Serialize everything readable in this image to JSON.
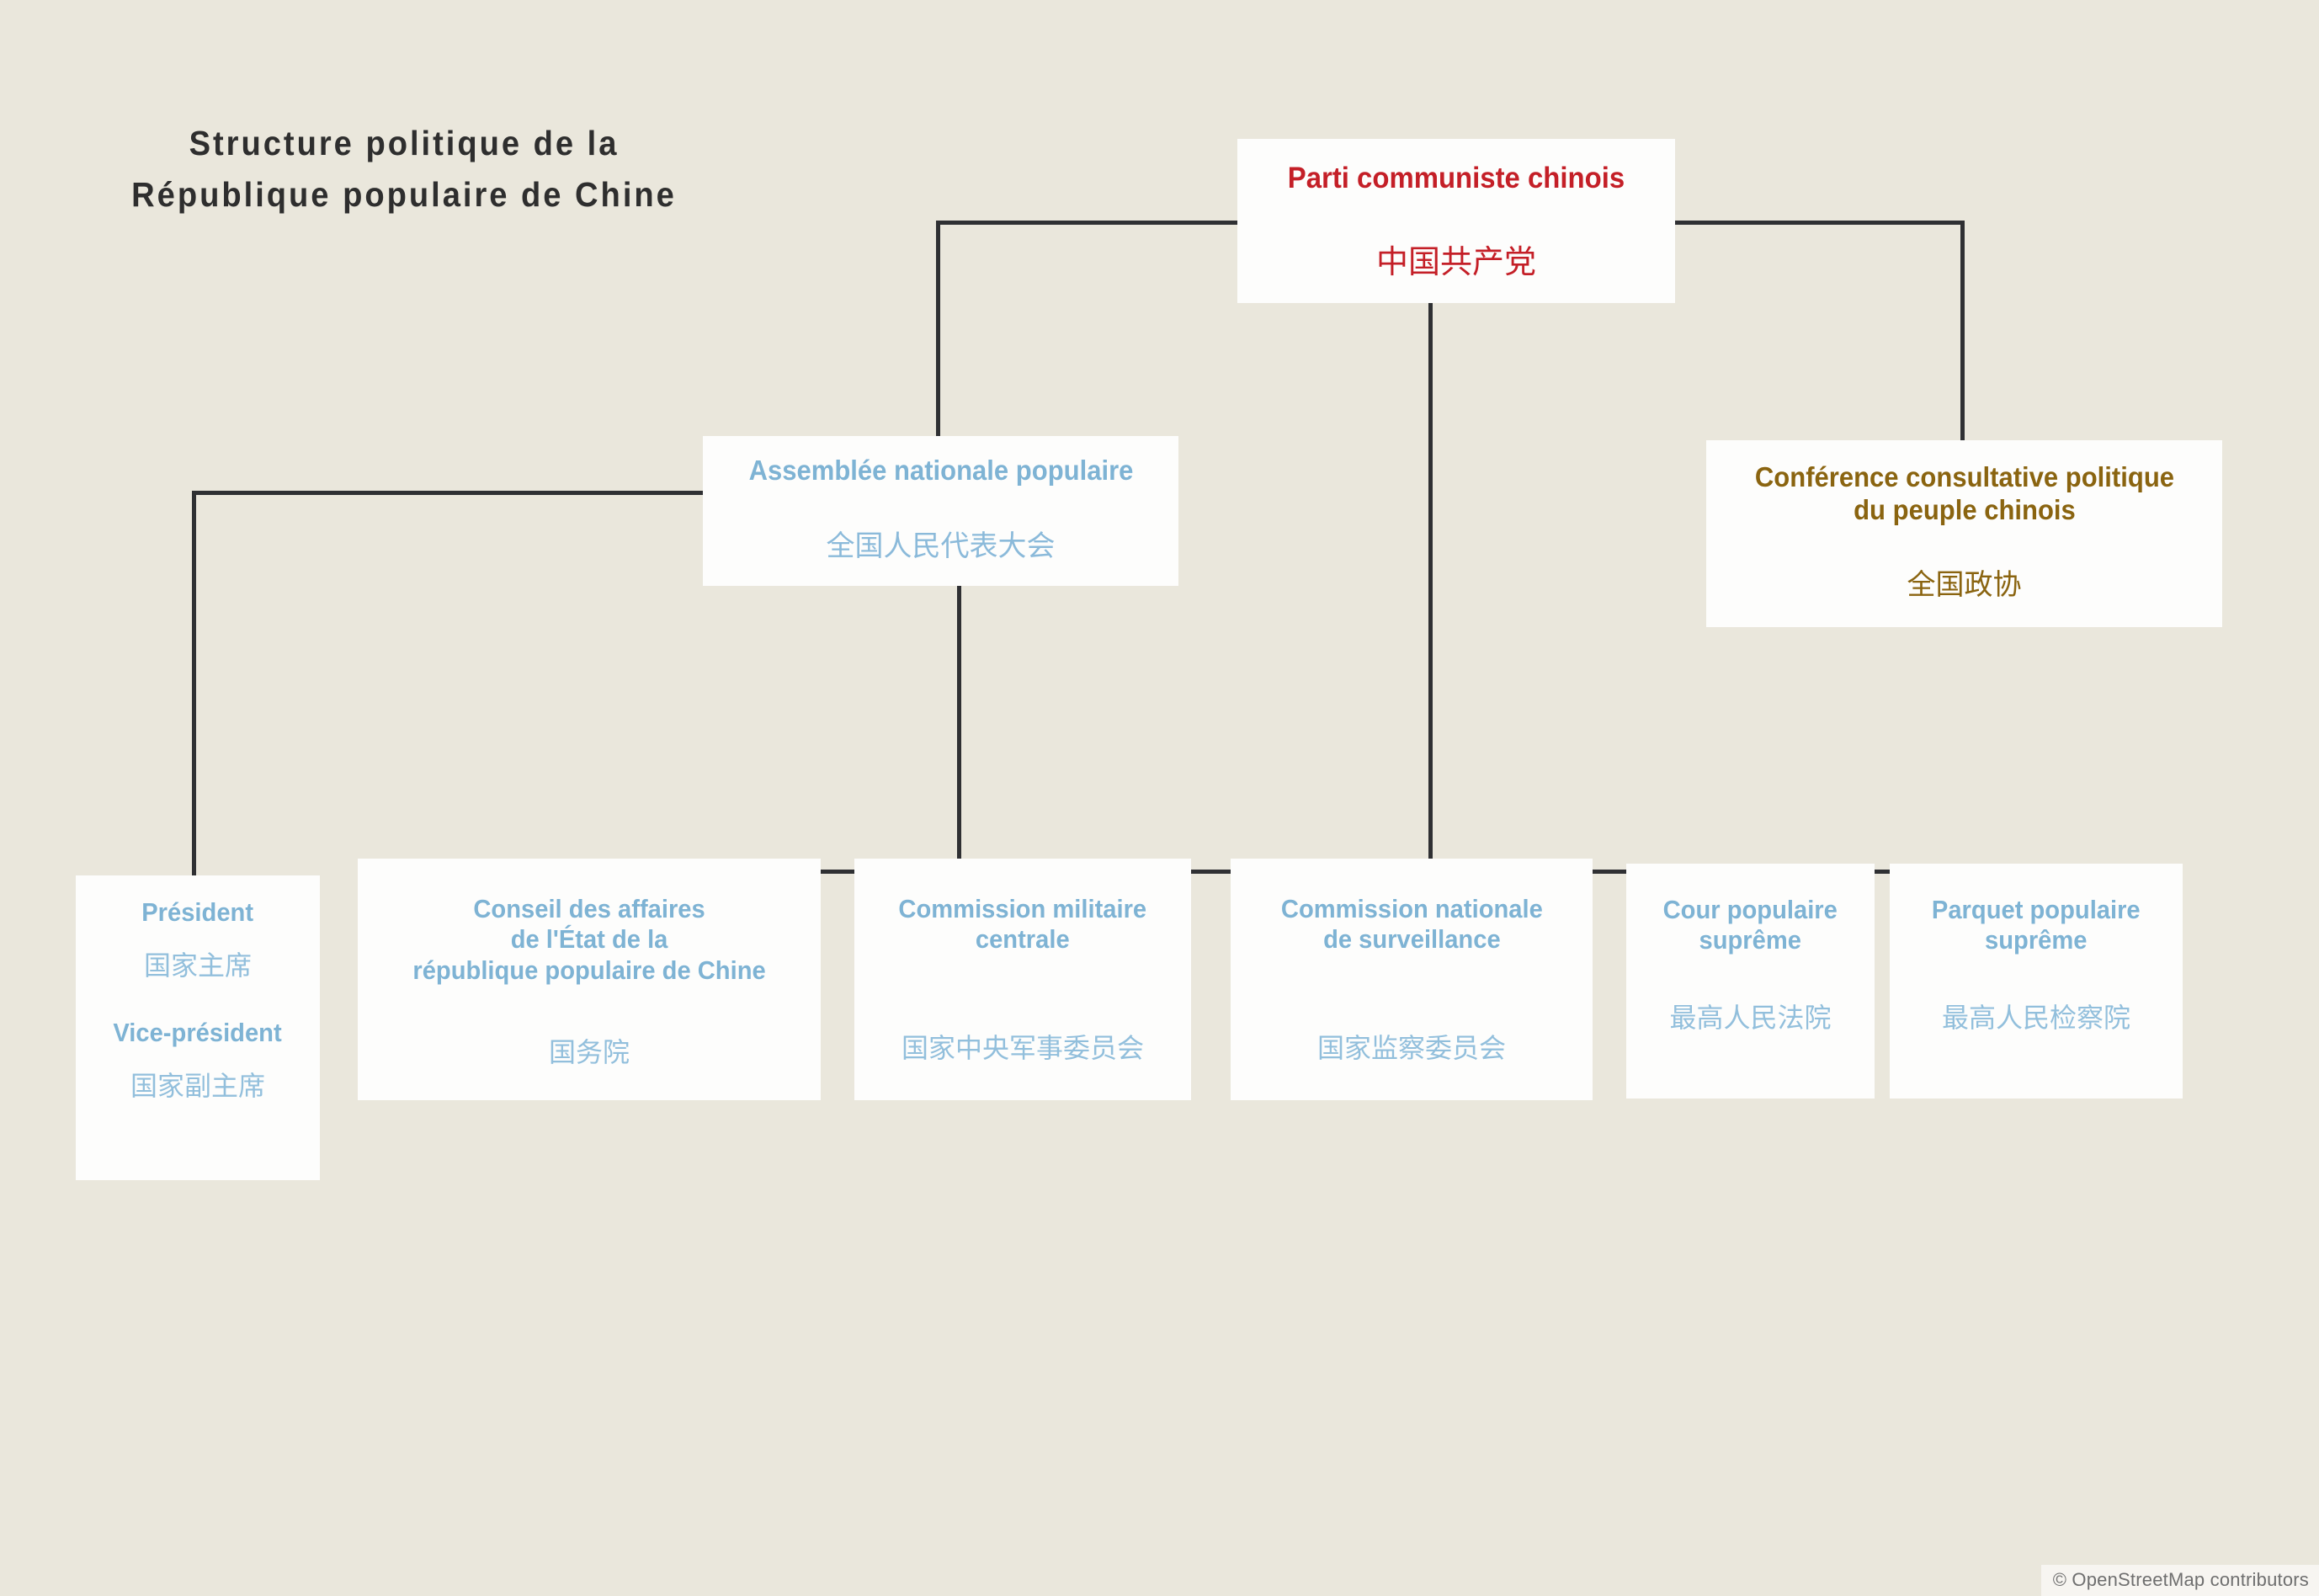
{
  "title": {
    "text": "Structure politique de la\nRépublique populaire de Chine"
  },
  "colors": {
    "background": "#eae7dc",
    "box": "#fdfdfc",
    "line": "#2f3033",
    "title_text": "#2e2e2e",
    "party_red": "#c41f27",
    "state_blue": "#7eb3d4",
    "cppcc_brown": "#8a6410",
    "attribution_text": "#6f6f6f"
  },
  "nodes": {
    "party": {
      "fr": "Parti communiste chinois",
      "zh": "中国共产党"
    },
    "npc": {
      "fr": "Assemblée nationale populaire",
      "zh": "全国人民代表大会"
    },
    "cppcc": {
      "fr": "Conférence consultative politique\ndu peuple chinois",
      "zh": "全国政协"
    },
    "president": {
      "fr": "Président",
      "zh": "国家主席",
      "fr2": "Vice-président",
      "zh2": "国家副主席"
    },
    "council": {
      "fr": "Conseil des affaires\nde l'État de la\nrépublique populaire de Chine",
      "zh": "国务院"
    },
    "cmc": {
      "fr": "Commission militaire\ncentrale",
      "zh": "国家中央军事委员会"
    },
    "supervision": {
      "fr": "Commission nationale\nde surveillance",
      "zh": "国家监察委员会"
    },
    "court": {
      "fr": "Cour populaire\nsuprême",
      "zh": "最高人民法院"
    },
    "procuratorate": {
      "fr": "Parquet populaire\nsuprême",
      "zh": "最高人民检察院"
    }
  },
  "attribution": {
    "text": "© OpenStreetMap contributors"
  }
}
